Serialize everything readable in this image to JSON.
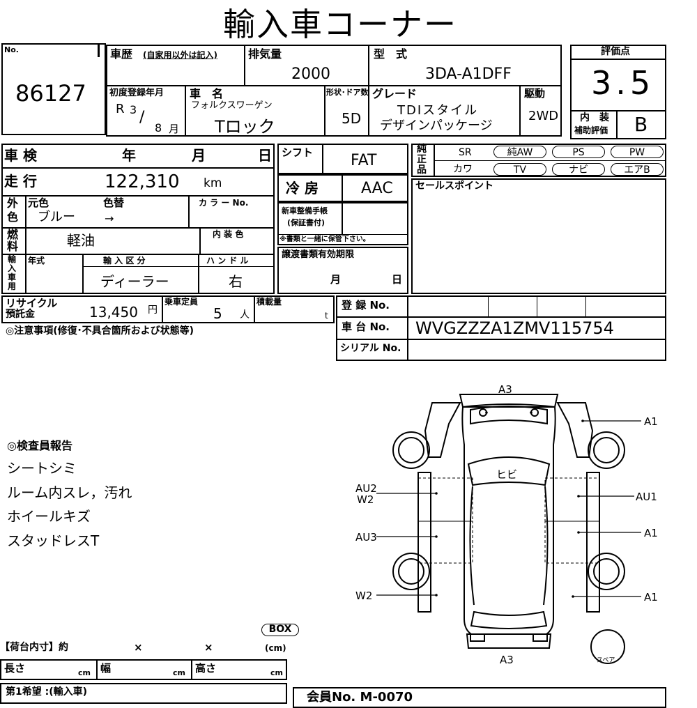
{
  "title": "輸入車コーナー",
  "no": {
    "label": "No.",
    "value": "86127"
  },
  "history": {
    "label": "車歴",
    "note": "(自家用以外は記入)"
  },
  "displacement": {
    "label": "排気量",
    "value": "2000"
  },
  "model": {
    "label": "型　式",
    "value": "3DA-A1DFF"
  },
  "registration": {
    "label": "初度登録年月",
    "era": "R",
    "year": "3",
    "slash": "/",
    "month": "8",
    "month_unit": "月"
  },
  "car_name": {
    "label": "車　名",
    "maker": "フォルクスワーゲン",
    "name": "Tロック"
  },
  "shape": {
    "label": "形状･ドア数",
    "value": "5D"
  },
  "grade": {
    "label": "グレード",
    "line1": "TDIスタイル",
    "line2": "デザインパッケージ"
  },
  "drive": {
    "label": "駆動",
    "value": "2WD"
  },
  "score": {
    "label": "評価点",
    "value": "3.5",
    "interior_label1": "内　装",
    "interior_label2": "補助評価",
    "interior_value": "B"
  },
  "inspection": {
    "label": "車 検",
    "year": "年",
    "month": "月",
    "day": "日"
  },
  "mileage": {
    "label": "走 行",
    "value": "122,310",
    "unit": "km"
  },
  "color": {
    "side1": "外",
    "side2": "色",
    "orig_label": "元色",
    "change_label": "色替",
    "orig": "ブルー",
    "arrow": "→",
    "code_label": "カ ラ ー No."
  },
  "fuel": {
    "side1": "燃",
    "side2": "料",
    "value": "軽油",
    "interior_color_label": "内 装 色"
  },
  "import_car": {
    "side": [
      "輸",
      "入",
      "車",
      "用"
    ],
    "year_label": "年式",
    "kind_label": "輸 入 区 分",
    "kind": "ディーラー",
    "handle_label": "ハ ン ド ル",
    "handle": "右"
  },
  "recycle": {
    "label1": "リサイクル",
    "label2": "預託金",
    "value": "13,450",
    "unit": "円"
  },
  "capacity": {
    "label": "乗車定員",
    "value": "5",
    "unit": "人"
  },
  "load": {
    "label": "積載量",
    "unit": "t"
  },
  "caution": "◎注意事項(修復･不具合箇所および状態等)",
  "shift": {
    "label": "シフト",
    "value": "FAT"
  },
  "aircon": {
    "label": "冷 房",
    "value": "AAC"
  },
  "manual": {
    "label1": "新車整備手帳",
    "label2": "(保証書付)",
    "note": "※書類と一緒に保管下さい。"
  },
  "transfer": {
    "label": "譲渡書類有効期限",
    "month": "月",
    "day": "日"
  },
  "genuine": {
    "label": [
      "純",
      "正",
      "品"
    ],
    "row1": [
      "SR",
      "純AW",
      "PS",
      "PW"
    ],
    "row2": [
      "カワ",
      "TV",
      "ナビ",
      "エアB"
    ]
  },
  "sales_point": {
    "label": "セールスポイント"
  },
  "reg_no": {
    "label": "登 録 No."
  },
  "chassis": {
    "label": "車 台 No.",
    "value": "WVGZZZA1ZMV115754"
  },
  "serial": {
    "label": "シリアル No."
  },
  "inspector": {
    "title": "◎検査員報告",
    "items": [
      "シートシミ",
      "ルーム内スレ，汚れ",
      "ホイールキズ",
      "スタッドレスT"
    ]
  },
  "cargo": {
    "label": "【荷台内寸】約",
    "x1": "×",
    "x2": "×",
    "box": "BOX",
    "cm": "(cm)",
    "length": "長さ",
    "width": "幅",
    "height": "高さ",
    "unit": "cm"
  },
  "hope": "第1希望 :(輸入車)",
  "bottom_partial": "会員No. M-0070",
  "diagram": {
    "top": "A3",
    "bottom": "A3",
    "windshield": "ヒビ",
    "r1": "A1",
    "r2": "AU1",
    "r3": "A1",
    "r4": "A1",
    "l1a": "AU2",
    "l1b": "W2",
    "l2": "AU3",
    "l3": "W2",
    "spare": "スペア"
  }
}
